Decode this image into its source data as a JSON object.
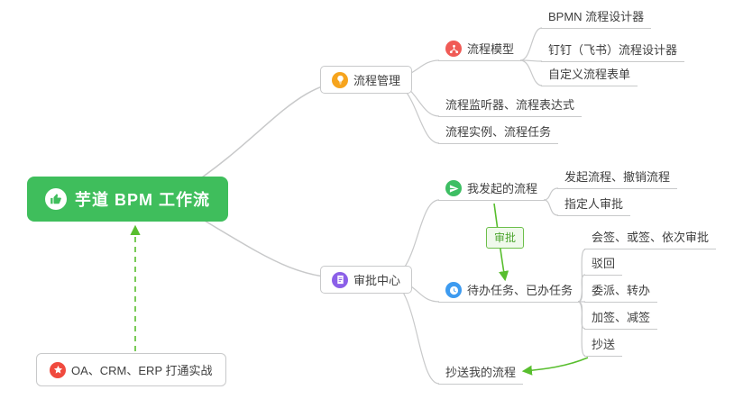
{
  "central": {
    "label": "芋道 BPM 工作流",
    "icon": "thumbs-up-icon"
  },
  "branches": {
    "process_management": {
      "label": "流程管理",
      "icon": "lightbulb-icon"
    },
    "process_model": {
      "label": "流程模型",
      "icon": "flow-model-icon"
    },
    "bpmn_designer": {
      "label": "BPMN 流程设计器"
    },
    "dingtalk_designer": {
      "label": "钉钉（飞书）流程设计器"
    },
    "custom_form": {
      "label": "自定义流程表单"
    },
    "listener_expression": {
      "label": "流程监听器、流程表达式"
    },
    "instance_task": {
      "label": "流程实例、流程任务"
    },
    "approval_center": {
      "label": "审批中心",
      "icon": "approval-doc-icon"
    },
    "my_initiated": {
      "label": "我发起的流程",
      "icon": "send-icon"
    },
    "initiate_cancel": {
      "label": "发起流程、撤销流程"
    },
    "assignee_approval": {
      "label": "指定人审批"
    },
    "todo_done": {
      "label": "待办任务、已办任务",
      "icon": "tasks-clock-icon"
    },
    "countersign_modes": {
      "label": "会签、或签、依次审批"
    },
    "reject": {
      "label": "驳回"
    },
    "delegate_transfer": {
      "label": "委派、转办"
    },
    "add_reduce_sign": {
      "label": "加签、减签"
    },
    "cc": {
      "label": "抄送"
    },
    "cc_my_process": {
      "label": "抄送我的流程"
    },
    "integration": {
      "label": "OA、CRM、ERP 打通实战",
      "icon": "star-icon"
    }
  },
  "edge_labels": {
    "approval": {
      "label": "审批"
    }
  },
  "colors": {
    "central_bg": "#3FBE5C",
    "process_management_icon": "#F6A41D",
    "process_model_icon": "#F05B56",
    "approval_center_icon": "#8B5FE8",
    "my_initiated_icon": "#3DBE63",
    "todo_done_icon": "#3D9BF0",
    "integration_icon": "#F04A3E",
    "connector_gray": "#C8C9CA",
    "arrow_green": "#58BE2E",
    "edge_label_border": "#6CBF4A",
    "edge_label_bg": "#F0F9EC",
    "edge_label_text": "#4CA52E"
  }
}
